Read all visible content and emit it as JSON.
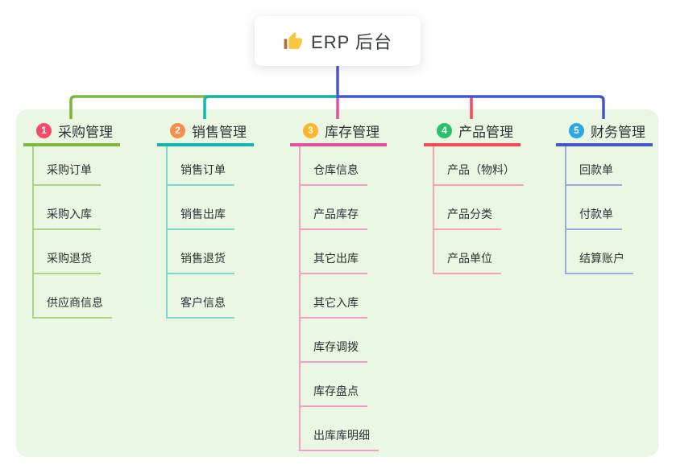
{
  "root": {
    "label": "ERP 后台",
    "icon": "thumbs-up-icon",
    "icon_colors": {
      "hand": "#fbc53c",
      "cuff": "#b06f30"
    }
  },
  "panel": {
    "background": "#eaf7e3"
  },
  "connector": {
    "root_line_color": "#4c56d4"
  },
  "branches": [
    {
      "index": "1",
      "label": "采购管理",
      "badge_color": "#f64a67",
      "line_color": "#7cb63f",
      "child_line_color": "#abd584",
      "children": [
        "采购订单",
        "采购入库",
        "采购退货",
        "供应商信息"
      ]
    },
    {
      "index": "2",
      "label": "销售管理",
      "badge_color": "#fa8d4b",
      "line_color": "#12b7ac",
      "child_line_color": "#7fd7cf",
      "children": [
        "销售订单",
        "销售出库",
        "销售退货",
        "客户信息"
      ]
    },
    {
      "index": "3",
      "label": "库存管理",
      "badge_color": "#ffb52a",
      "line_color": "#e74fa0",
      "child_line_color": "#f29fc9",
      "children": [
        "仓库信息",
        "产品库存",
        "其它出库",
        "其它入库",
        "库存调拨",
        "库存盘点",
        "出库库明细"
      ]
    },
    {
      "index": "4",
      "label": "产品管理",
      "badge_color": "#29c06b",
      "line_color": "#f8495c",
      "child_line_color": "#fba3ab",
      "children": [
        "产品（物料）",
        "产品分类",
        "产品单位"
      ]
    },
    {
      "index": "5",
      "label": "财务管理",
      "badge_color": "#2ba7e4",
      "line_color": "#4156cf",
      "child_line_color": "#9aabe4",
      "children": [
        "回款单",
        "付款单",
        "结算账户"
      ]
    }
  ]
}
